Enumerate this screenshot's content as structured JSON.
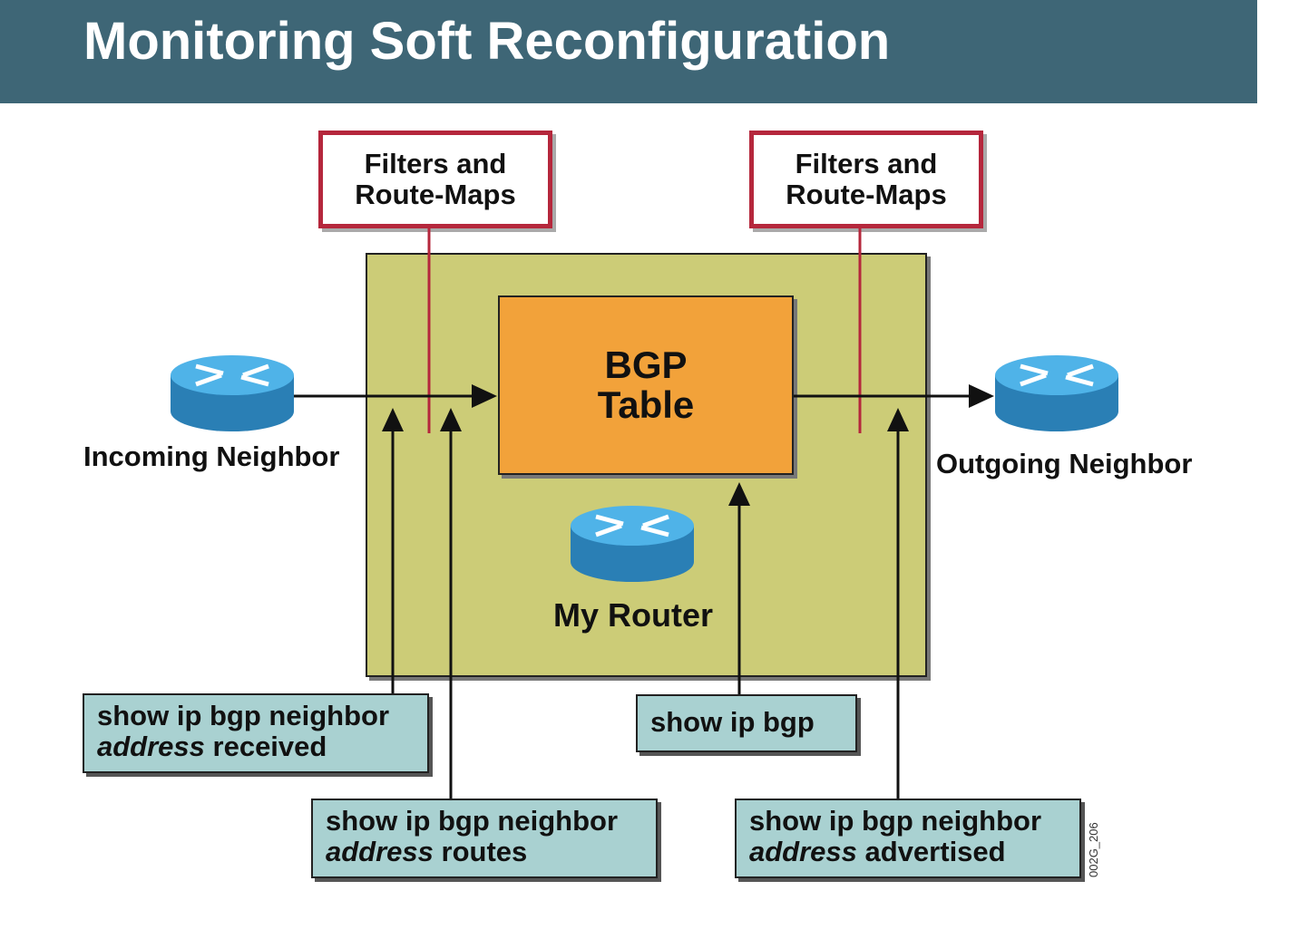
{
  "header": {
    "title": "Monitoring Soft Reconfiguration"
  },
  "filters": {
    "inbound": {
      "line1": "Filters and",
      "line2": "Route-Maps"
    },
    "outbound": {
      "line1": "Filters and",
      "line2": "Route-Maps"
    }
  },
  "bgp_table": {
    "line1": "BGP",
    "line2": "Table"
  },
  "routers": {
    "incoming": "Incoming Neighbor",
    "outgoing": "Outgoing Neighbor",
    "mine": "My Router"
  },
  "commands": {
    "received": {
      "prefix": "show ip bgp neighbor",
      "italic": "address",
      "suffix": " received"
    },
    "routes": {
      "prefix": "show ip bgp neighbor",
      "italic": "address",
      "suffix": " routes"
    },
    "bgp": {
      "text": "show ip bgp"
    },
    "advertised": {
      "prefix": "show ip bgp neighbor",
      "italic": "address",
      "suffix": " advertised"
    }
  },
  "figure_code": "002G_206",
  "colors": {
    "header": "#3e6676",
    "filter_border": "#b5273c",
    "router_area": "#cccc77",
    "bgp_table": "#f2a23a",
    "command_box": "#a9d1d1",
    "router_icon": "#3a9fd6"
  }
}
